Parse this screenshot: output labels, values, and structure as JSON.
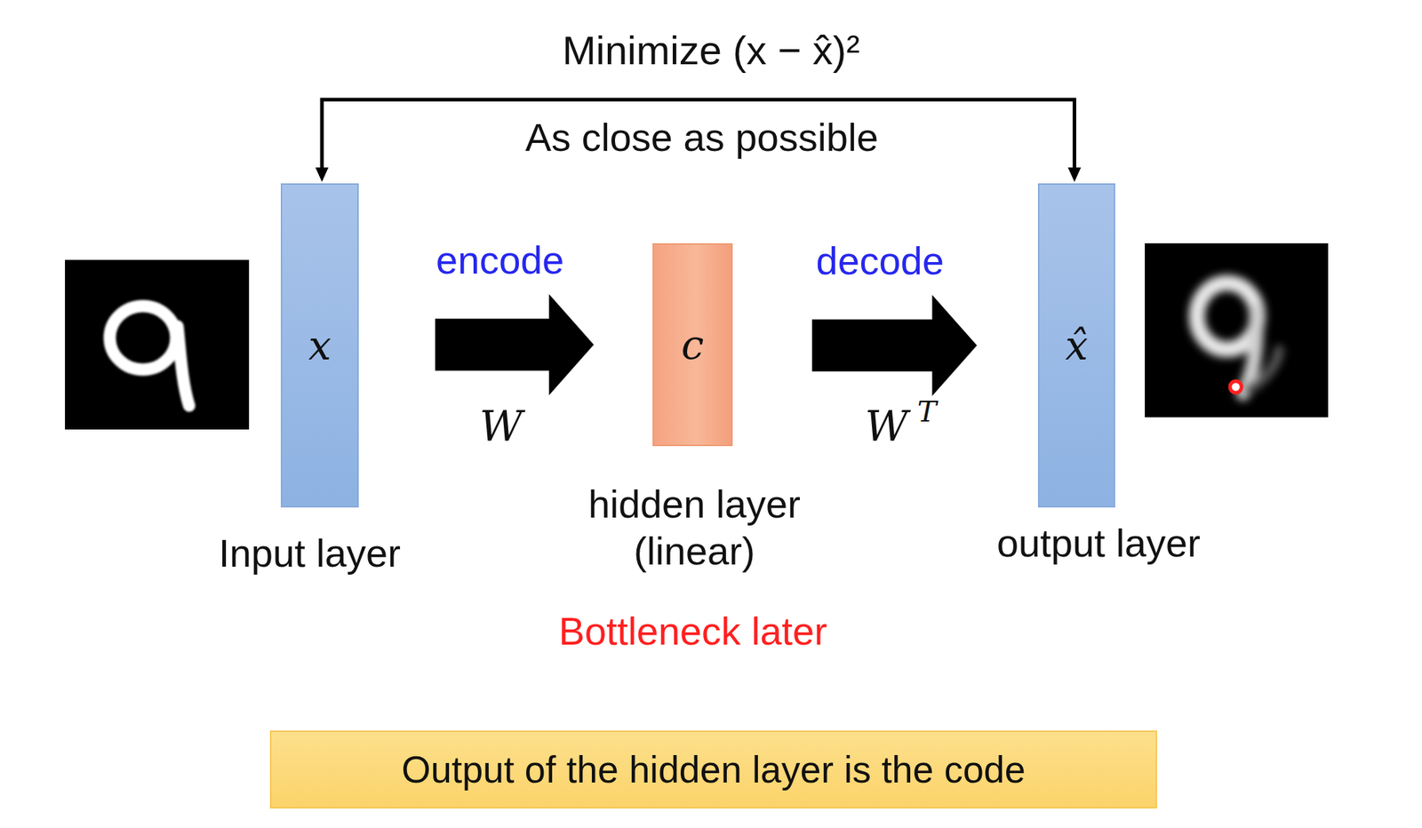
{
  "diagram": {
    "title": "Minimize (x − x̂)²",
    "nodes": [
      {
        "text": [
          "x",
          "Input layer"
        ]
      },
      {
        "text": [
          "c",
          "hidden layer (linear)"
        ]
      },
      {
        "text": [
          "x̂",
          "output layer"
        ]
      },
      {
        "text": [
          "Output of the hidden layer is the code"
        ]
      }
    ],
    "edges": [
      {
        "from": 0,
        "to": 2,
        "arrow": "both",
        "label": "As close as possible"
      },
      {
        "from": 0,
        "to": 1,
        "arrow": "to",
        "label": "encode"
      },
      {
        "from": 1,
        "to": 2,
        "arrow": "to",
        "label": "decode"
      }
    ],
    "labels": [
      "W",
      "W",
      "T",
      "Bottleneck later"
    ]
  }
}
